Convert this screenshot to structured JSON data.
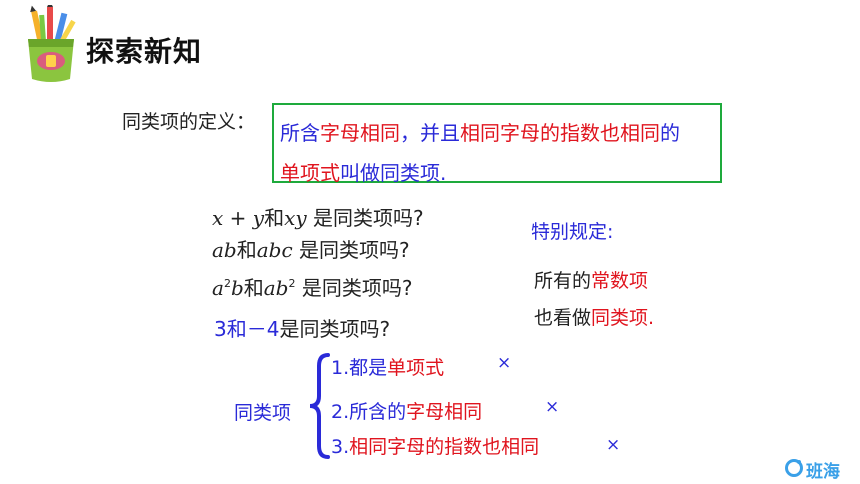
{
  "header": {
    "title": "探索新知"
  },
  "definition": {
    "label": "同类项的定义：",
    "line1": [
      {
        "text": "所含",
        "color": "blue"
      },
      {
        "text": "字母相同",
        "color": "red"
      },
      {
        "text": "，并且",
        "color": "blue"
      },
      {
        "text": "相同字母的指数也相同",
        "color": "red"
      },
      {
        "text": "的",
        "color": "blue"
      }
    ],
    "line2": [
      {
        "text": "单项式",
        "color": "red"
      },
      {
        "text": "叫做同类项.",
        "color": "blue"
      }
    ]
  },
  "questions": {
    "q1": {
      "a": "x",
      "b": "+ ",
      "c": "y",
      "d": "和",
      "e": "xy",
      "f": " 是同类项吗?"
    },
    "q2": {
      "a": "ab",
      "b": "和",
      "c": "abc",
      "d": " 是同类项吗?"
    },
    "q3": {
      "a": "a",
      "a_exp": "2",
      "b": "b",
      "c": "和",
      "d": "ab",
      "d_exp": "2",
      "e": " 是同类项吗?"
    },
    "q4": {
      "a": "3和－4",
      "b": "是同类项吗?"
    }
  },
  "special": {
    "title": "特别规定:",
    "line1_a": "所有的",
    "line1_b": "常数项",
    "line2_a": "也看做",
    "line2_b": "同类项."
  },
  "conditions": {
    "label": "同类项",
    "items": [
      {
        "parts": [
          {
            "text": "1.都是",
            "color": "blue"
          },
          {
            "text": "单项式",
            "color": "red"
          }
        ],
        "mark": "×"
      },
      {
        "parts": [
          {
            "text": "2.所含的",
            "color": "blue"
          },
          {
            "text": "字母相同",
            "color": "red"
          }
        ],
        "mark": "×"
      },
      {
        "parts": [
          {
            "text": "3.",
            "color": "blue"
          },
          {
            "text": "相同字母的指数也相同",
            "color": "red"
          }
        ],
        "mark": "×"
      }
    ]
  },
  "brand": {
    "name": "班海"
  },
  "colors": {
    "blue": "#2a2ad8",
    "red": "#e0141e",
    "box_border": "#1eaa3c",
    "brand": "#3aa0e8"
  }
}
